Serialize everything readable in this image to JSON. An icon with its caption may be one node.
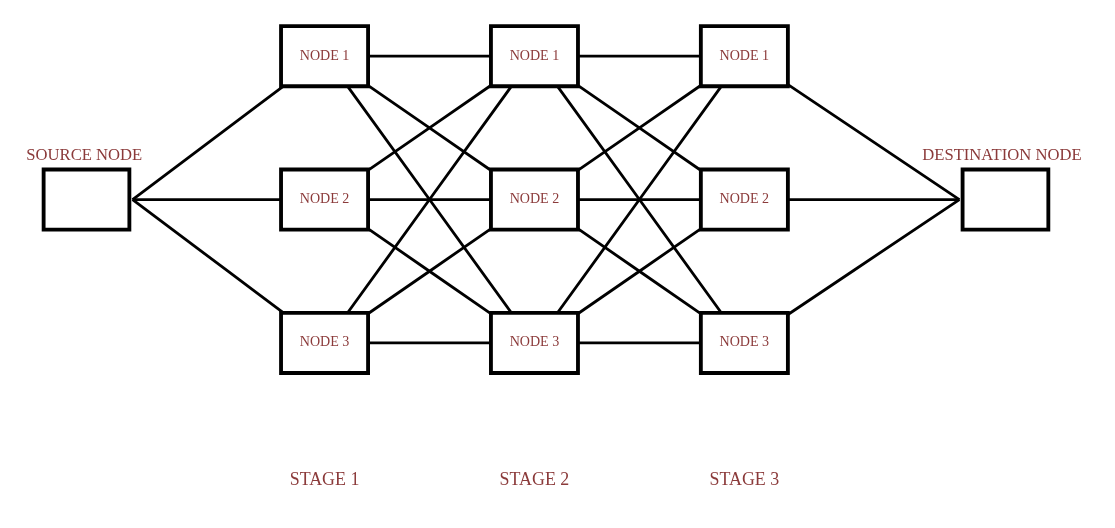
{
  "diagram": {
    "nodes": [
      {
        "text": [
          "SOURCE NODE"
        ]
      },
      {
        "text": [
          "NODE 1"
        ]
      },
      {
        "text": [
          "NODE 2"
        ]
      },
      {
        "text": [
          "NODE 3"
        ]
      },
      {
        "text": [
          "NODE 1"
        ]
      },
      {
        "text": [
          "NODE 2"
        ]
      },
      {
        "text": [
          "NODE 3"
        ]
      },
      {
        "text": [
          "NODE 1"
        ]
      },
      {
        "text": [
          "NODE 2"
        ]
      },
      {
        "text": [
          "NODE 3"
        ]
      },
      {
        "text": [
          "DESTINATION NODE"
        ]
      }
    ],
    "edges": [
      {
        "from": 0,
        "to": 1,
        "arrow": "none"
      },
      {
        "from": 0,
        "to": 2,
        "arrow": "none"
      },
      {
        "from": 0,
        "to": 3,
        "arrow": "none"
      },
      {
        "from": 1,
        "to": 4,
        "arrow": "none"
      },
      {
        "from": 1,
        "to": 5,
        "arrow": "none"
      },
      {
        "from": 1,
        "to": 6,
        "arrow": "none"
      },
      {
        "from": 2,
        "to": 4,
        "arrow": "none"
      },
      {
        "from": 2,
        "to": 5,
        "arrow": "none"
      },
      {
        "from": 2,
        "to": 6,
        "arrow": "none"
      },
      {
        "from": 3,
        "to": 4,
        "arrow": "none"
      },
      {
        "from": 3,
        "to": 5,
        "arrow": "none"
      },
      {
        "from": 3,
        "to": 6,
        "arrow": "none"
      },
      {
        "from": 4,
        "to": 7,
        "arrow": "none"
      },
      {
        "from": 4,
        "to": 8,
        "arrow": "none"
      },
      {
        "from": 4,
        "to": 9,
        "arrow": "none"
      },
      {
        "from": 5,
        "to": 7,
        "arrow": "none"
      },
      {
        "from": 5,
        "to": 8,
        "arrow": "none"
      },
      {
        "from": 5,
        "to": 9,
        "arrow": "none"
      },
      {
        "from": 6,
        "to": 7,
        "arrow": "none"
      },
      {
        "from": 6,
        "to": 8,
        "arrow": "none"
      },
      {
        "from": 6,
        "to": 9,
        "arrow": "none"
      },
      {
        "from": 7,
        "to": 10,
        "arrow": "none"
      },
      {
        "from": 8,
        "to": 10,
        "arrow": "none"
      },
      {
        "from": 9,
        "to": 10,
        "arrow": "none"
      }
    ],
    "labels": [
      "STAGE 1",
      "STAGE 2",
      "STAGE 3"
    ]
  }
}
